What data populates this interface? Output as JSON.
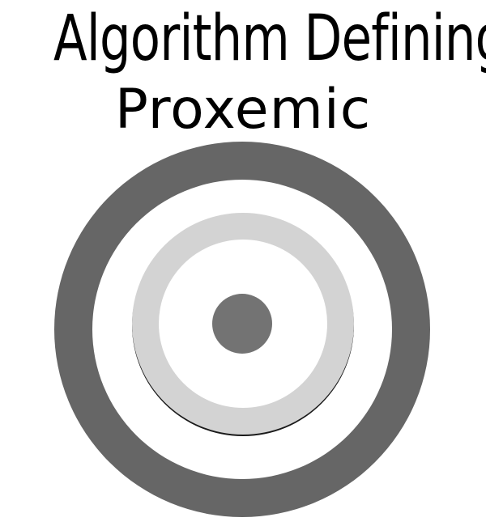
{
  "title": {
    "line1": "Algorithm Defining",
    "line2": "Proxemic"
  },
  "diagram": {
    "rings": [
      {
        "name": "outer-ring",
        "color": "#666666"
      },
      {
        "name": "middle-ring",
        "color": "#d3d3d3"
      },
      {
        "name": "inner-disc",
        "color": "#737373"
      }
    ],
    "background_color": "#ffffff"
  }
}
